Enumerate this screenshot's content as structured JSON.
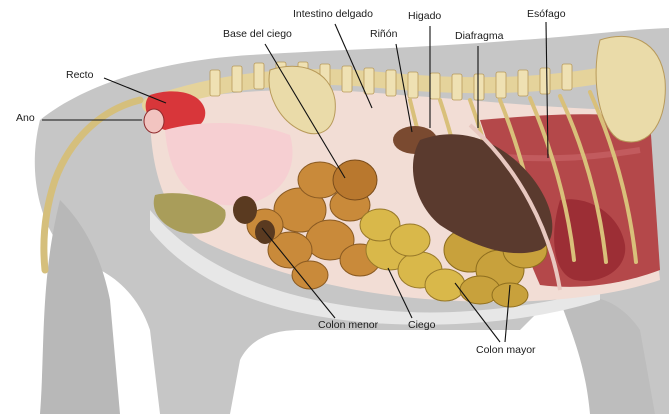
{
  "labels": {
    "intestino_delgado": "Intestino delgado",
    "higado": "Higado",
    "esofago": "Esófago",
    "base_del_ciego": "Base del ciego",
    "rinon": "Riñón",
    "diafragma": "Diafragma",
    "recto": "Recto",
    "ano": "Ano",
    "colon_menor": "Colon menor",
    "ciego": "Ciego",
    "colon_mayor": "Colon mayor"
  },
  "colors": {
    "body_gray": "#c6c6c6",
    "skin_light": "#f0d9d2",
    "spine_bone": "#e8d8a6",
    "liver": "#5a3a2e",
    "intestine": "#c98a3a",
    "colon": "#d9b84a",
    "lung_red": "#a83a3a",
    "rectum_red": "#d8363a"
  }
}
